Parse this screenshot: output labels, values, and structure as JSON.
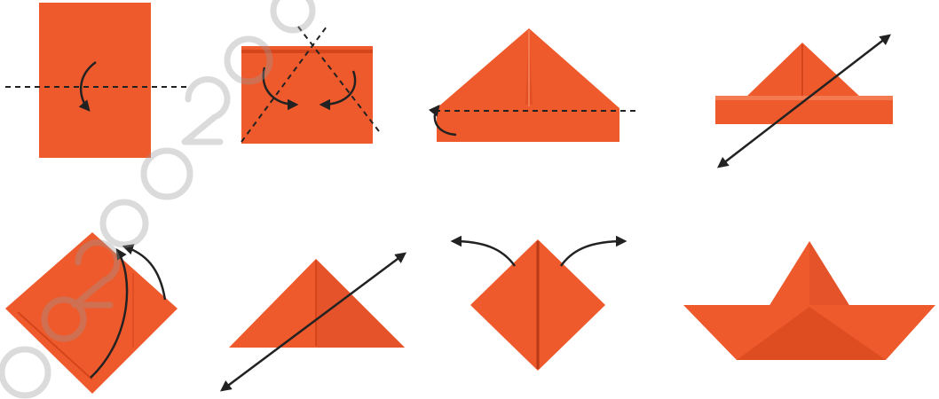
{
  "diagram": {
    "type": "origami-instructions",
    "colors": {
      "paper": "#EE5A2C",
      "paper_shadow": "#D4451C",
      "paper_light": "#F47A52",
      "crease": "#B83A16",
      "line": "#222222",
      "background": "#FFFFFF"
    },
    "steps": [
      {
        "id": 1,
        "icons": [
          "rectangle-sheet",
          "fold-line-horizontal",
          "curved-arrow-down"
        ]
      },
      {
        "id": 2,
        "icons": [
          "folded-rectangle",
          "diagonal-fold-lines",
          "curved-arrow-right",
          "curved-arrow-left"
        ]
      },
      {
        "id": 3,
        "icons": [
          "triangle-hat",
          "fold-line-horizontal",
          "curved-arrow-up"
        ]
      },
      {
        "id": 4,
        "icons": [
          "hat-shape",
          "double-headed-arrow"
        ]
      },
      {
        "id": 5,
        "icons": [
          "diamond-square",
          "curved-arrow-up"
        ]
      },
      {
        "id": 6,
        "icons": [
          "triangle",
          "double-headed-arrow"
        ]
      },
      {
        "id": 7,
        "icons": [
          "diamond",
          "curved-arrow-left",
          "curved-arrow-right"
        ]
      },
      {
        "id": 8,
        "icons": [
          "paper-boat"
        ]
      }
    ]
  },
  "watermark": {
    "icon": "stock-watermark"
  }
}
